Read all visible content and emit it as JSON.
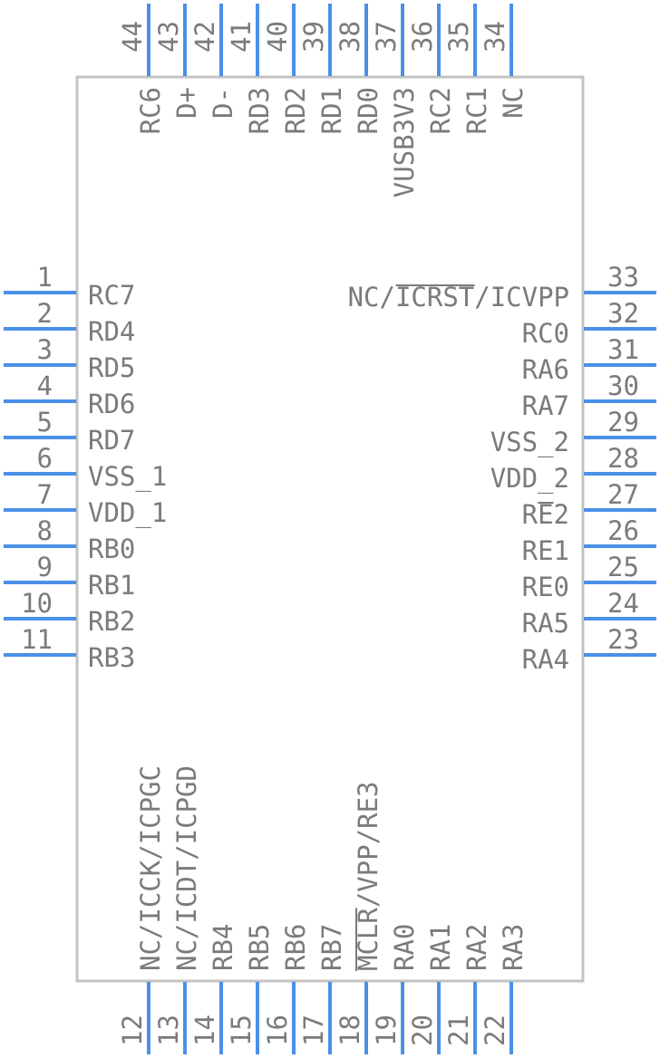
{
  "component": {
    "left_pins": [
      {
        "num": "1",
        "name": "RC7"
      },
      {
        "num": "2",
        "name": "RD4"
      },
      {
        "num": "3",
        "name": "RD5"
      },
      {
        "num": "4",
        "name": "RD6"
      },
      {
        "num": "5",
        "name": "RD7"
      },
      {
        "num": "6",
        "name": "VSS_1"
      },
      {
        "num": "7",
        "name": "VDD_1"
      },
      {
        "num": "8",
        "name": "RB0"
      },
      {
        "num": "9",
        "name": "RB1"
      },
      {
        "num": "10",
        "name": "RB2"
      },
      {
        "num": "11",
        "name": "RB3"
      }
    ],
    "right_pins": [
      {
        "num": "33",
        "name": "NC/ICRST/ICVPP",
        "overbar": "ICRST"
      },
      {
        "num": "32",
        "name": "RC0"
      },
      {
        "num": "31",
        "name": "RA6"
      },
      {
        "num": "30",
        "name": "RA7"
      },
      {
        "num": "29",
        "name": "VSS_2"
      },
      {
        "num": "28",
        "name": "VDD_2"
      },
      {
        "num": "27",
        "name": "RE2",
        "overbar": "E"
      },
      {
        "num": "26",
        "name": "RE1"
      },
      {
        "num": "25",
        "name": "RE0"
      },
      {
        "num": "24",
        "name": "RA5"
      },
      {
        "num": "23",
        "name": "RA4"
      }
    ],
    "top_pins": [
      {
        "num": "44",
        "name": "RC6"
      },
      {
        "num": "43",
        "name": "D+"
      },
      {
        "num": "42",
        "name": "D-"
      },
      {
        "num": "41",
        "name": "RD3"
      },
      {
        "num": "40",
        "name": "RD2"
      },
      {
        "num": "39",
        "name": "RD1"
      },
      {
        "num": "38",
        "name": "RD0"
      },
      {
        "num": "37",
        "name": "VUSB3V3"
      },
      {
        "num": "36",
        "name": "RC2"
      },
      {
        "num": "35",
        "name": "RC1"
      },
      {
        "num": "34",
        "name": "NC"
      }
    ],
    "bottom_pins": [
      {
        "num": "12",
        "name": "NC/ICCK/ICPGC"
      },
      {
        "num": "13",
        "name": "NC/ICDT/ICPGD"
      },
      {
        "num": "14",
        "name": "RB4"
      },
      {
        "num": "15",
        "name": "RB5"
      },
      {
        "num": "16",
        "name": "RB6"
      },
      {
        "num": "17",
        "name": "RB7"
      },
      {
        "num": "18",
        "name": "MCLR/VPP/RE3",
        "overbar": "MCLR"
      },
      {
        "num": "19",
        "name": "RA0"
      },
      {
        "num": "20",
        "name": "RA1"
      },
      {
        "num": "21",
        "name": "RA2"
      },
      {
        "num": "22",
        "name": "RA3"
      }
    ]
  },
  "colors": {
    "pin": "#4a90e8",
    "outline": "#c3c3c3",
    "text": "#7b7b7b"
  }
}
